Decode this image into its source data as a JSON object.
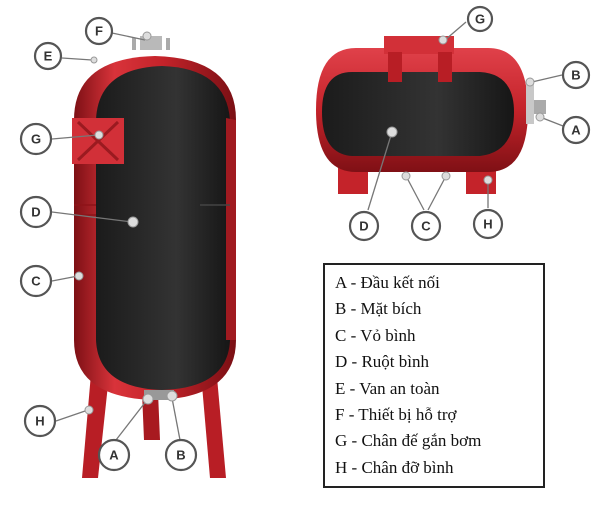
{
  "callouts": {
    "vertical_tank": [
      "F",
      "E",
      "G",
      "D",
      "C",
      "H",
      "A",
      "B"
    ],
    "horizontal_tank": [
      "G",
      "B",
      "A",
      "D",
      "C",
      "H"
    ]
  },
  "legend": [
    {
      "key": "A",
      "text": "A - Đầu kết nối"
    },
    {
      "key": "B",
      "text": "B - Mặt bích"
    },
    {
      "key": "C",
      "text": "C - Vỏ bình"
    },
    {
      "key": "D",
      "text": "D - Ruột bình"
    },
    {
      "key": "E",
      "text": "E - Van an toàn"
    },
    {
      "key": "F",
      "text": "F - Thiết bị hỗ trợ"
    },
    {
      "key": "G",
      "text": "G - Chân đế gắn bơm"
    },
    {
      "key": "H",
      "text": "H - Chân đỡ bình"
    }
  ],
  "colors": {
    "tank_red": "#c8242b",
    "tank_dark_red": "#8e1318",
    "bladder": "#2b2b2b",
    "callout_border": "#555555"
  }
}
